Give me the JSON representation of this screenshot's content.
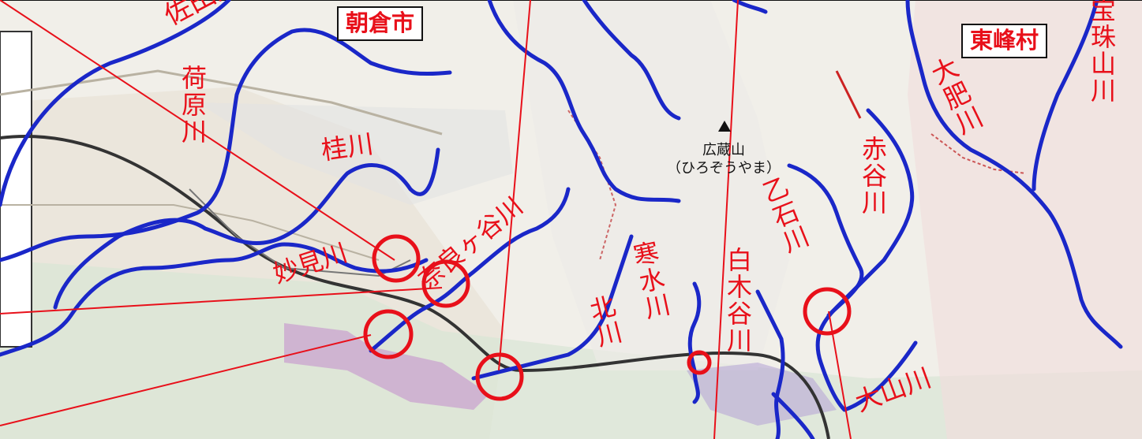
{
  "places": {
    "asakura_city": "朝倉市",
    "toho_village": "東峰村"
  },
  "mountain": {
    "name": "広蔵山",
    "reading": "（ひろぞうやま）"
  },
  "rivers": {
    "sada": "佐田川",
    "nihara": "荷原川",
    "katsura": "桂川",
    "myoken": "妙見川",
    "naragaya": "奈良ヶ谷川",
    "kita": "北川",
    "kanmizu": "寒水川",
    "shirakidani": "白木谷川",
    "otoishi": "乙石川",
    "akatani": "赤谷川",
    "ooyama": "大山川",
    "ohi": "大肥川",
    "houshuyama": "宝珠山川"
  },
  "colors": {
    "river": "#1a27c8",
    "annotation": "#e8101a",
    "railway": "#2b2b2b"
  }
}
